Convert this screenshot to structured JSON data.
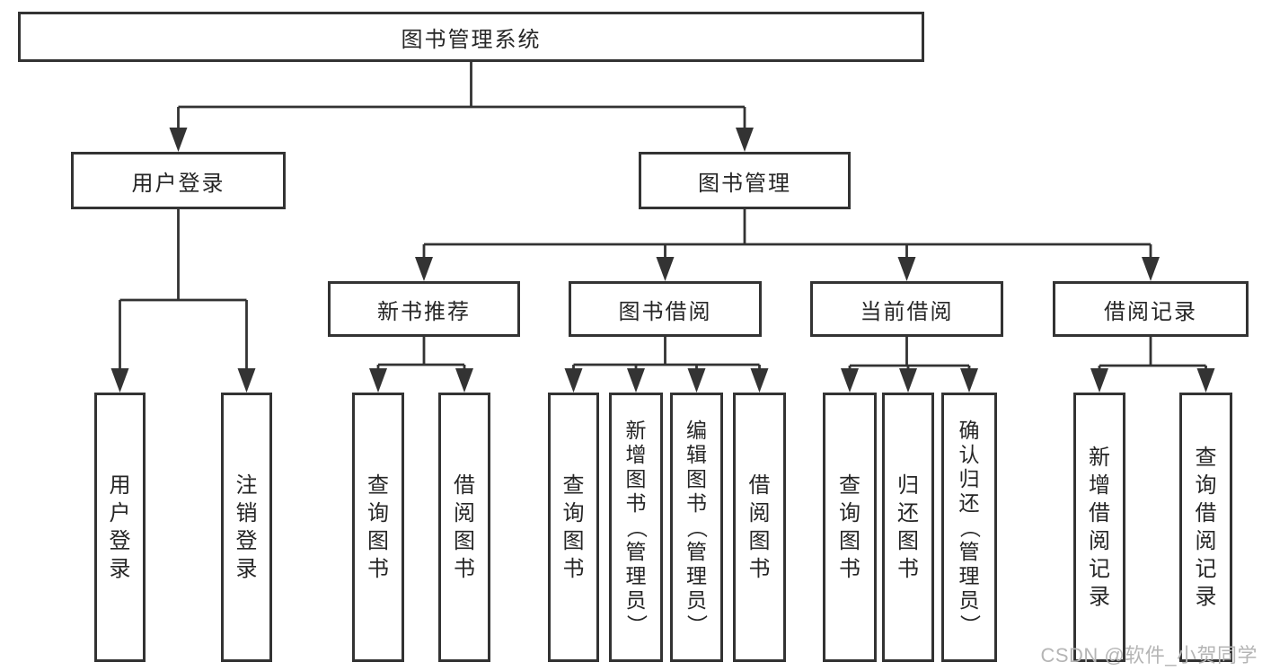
{
  "tree": {
    "label": "图书管理系统",
    "children": [
      {
        "label": "用户登录",
        "children": [
          {
            "label": "用户登录"
          },
          {
            "label": "注销登录"
          }
        ]
      },
      {
        "label": "图书管理",
        "children": [
          {
            "label": "新书推荐",
            "children": [
              {
                "label": "查询图书"
              },
              {
                "label": "借阅图书"
              }
            ]
          },
          {
            "label": "图书借阅",
            "children": [
              {
                "label": "查询图书"
              },
              {
                "label": "新增图书（管理员）"
              },
              {
                "label": "编辑图书（管理员）"
              },
              {
                "label": "借阅图书"
              }
            ]
          },
          {
            "label": "当前借阅",
            "children": [
              {
                "label": "查询图书"
              },
              {
                "label": "归还图书"
              },
              {
                "label": "确认归还（管理员）"
              }
            ]
          },
          {
            "label": "借阅记录",
            "children": [
              {
                "label": "新增借阅记录"
              },
              {
                "label": "查询借阅记录"
              }
            ]
          }
        ]
      }
    ]
  },
  "watermark": {
    "text": "CSDN @软件_小贺同学"
  },
  "colors": {
    "line": "#333333",
    "text": "#262626",
    "background": "#ffffff",
    "watermark": "#b5b5b5"
  }
}
